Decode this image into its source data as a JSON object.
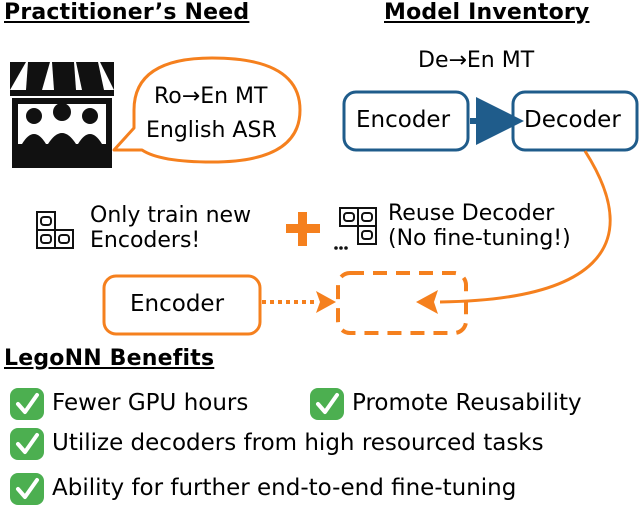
{
  "practitioner": {
    "title": "Practitioner’s Need",
    "needs": [
      "Ro→En MT",
      "English ASR"
    ]
  },
  "inventory": {
    "title": "Model Inventory",
    "model": "De→En MT",
    "encoder": "Encoder",
    "decoder": "Decoder"
  },
  "strategy": {
    "left_line1": "Only train new",
    "left_line2": "Encoders!",
    "plus": "+",
    "right_line1": "Reuse Decoder",
    "right_line2": "(No fine-tuning!)"
  },
  "new_model": {
    "encoder": "Encoder"
  },
  "benefits": {
    "title": "LegoNN Benefits",
    "items": [
      "Fewer GPU hours",
      "Promote Reusability",
      "Utilize decoders from high resourced tasks",
      "Ability for further end-to-end fine-tuning"
    ]
  },
  "colors": {
    "orange": "#F5801E",
    "blue": "#1F5C8B",
    "check_green": "#4CAF50"
  }
}
